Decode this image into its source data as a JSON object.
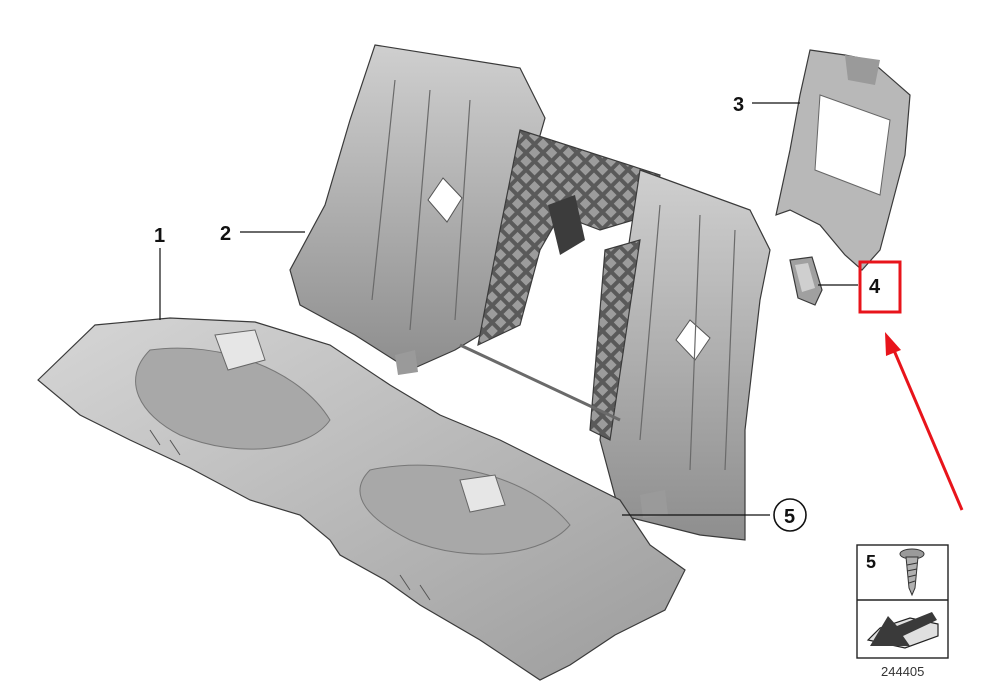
{
  "diagram": {
    "callouts": [
      {
        "id": "1",
        "label": "1"
      },
      {
        "id": "2",
        "label": "2"
      },
      {
        "id": "3",
        "label": "3"
      },
      {
        "id": "4",
        "label": "4",
        "highlighted": true
      },
      {
        "id": "5",
        "label": "5",
        "circled": true
      }
    ],
    "legend": {
      "item_label": "5",
      "icon": "screw-icon",
      "direction_icon": "arrow-sheet-icon"
    },
    "drawing_number": "244405",
    "highlight_color": "#e8141b",
    "arrow_color": "#e8141b"
  }
}
